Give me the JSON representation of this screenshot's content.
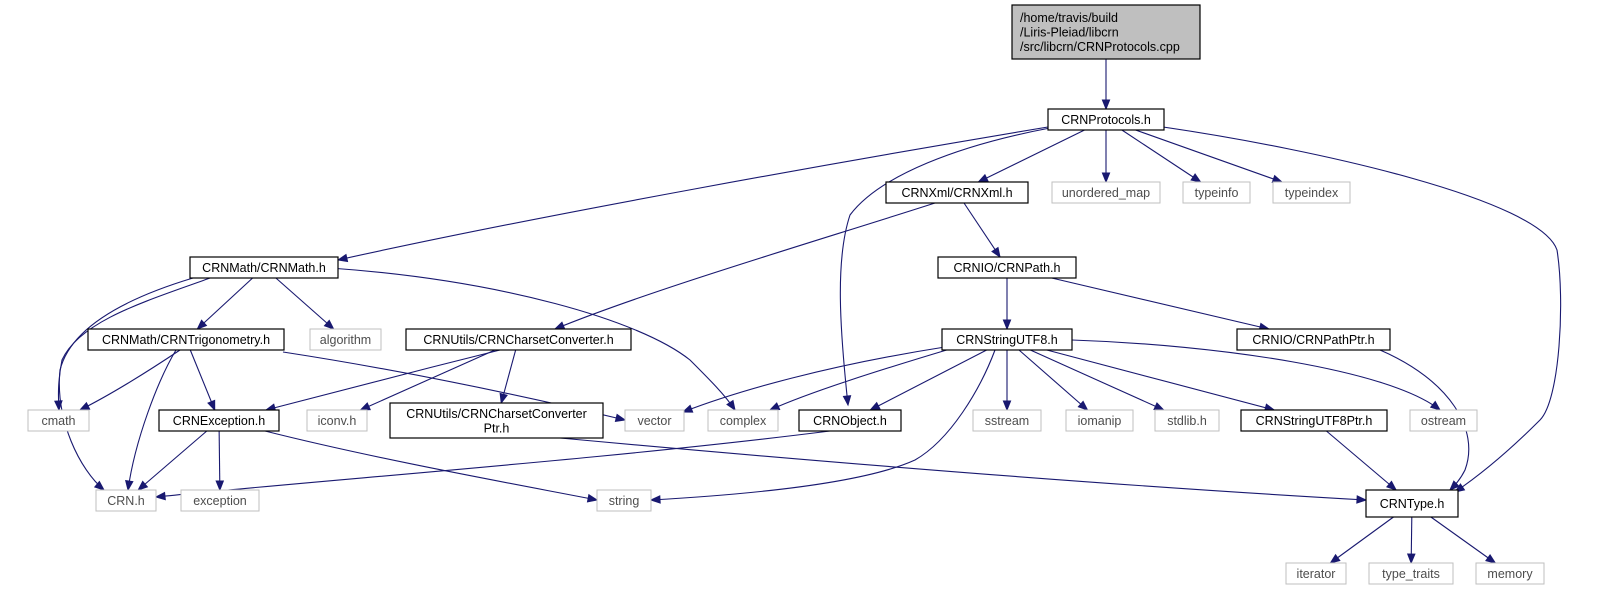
{
  "colors": {
    "edge": "#191970",
    "root_fill": "#bfbfbf",
    "internal_border": "#000000",
    "external_border": "#bfbfbf"
  },
  "nodes": [
    {
      "id": "root",
      "kind": "root",
      "lines": [
        "/home/travis/build",
        "/Liris-Pleiad/libcrn",
        "/src/libcrn/CRNProtocols.cpp"
      ]
    },
    {
      "id": "protocols",
      "kind": "internal",
      "lines": [
        "CRNProtocols.h"
      ]
    },
    {
      "id": "xml",
      "kind": "internal",
      "lines": [
        "CRNXml/CRNXml.h"
      ]
    },
    {
      "id": "unordered_map",
      "kind": "external",
      "lines": [
        "unordered_map"
      ]
    },
    {
      "id": "typeinfo",
      "kind": "external",
      "lines": [
        "typeinfo"
      ]
    },
    {
      "id": "typeindex",
      "kind": "external",
      "lines": [
        "typeindex"
      ]
    },
    {
      "id": "math",
      "kind": "internal",
      "lines": [
        "CRNMath/CRNMath.h"
      ]
    },
    {
      "id": "path",
      "kind": "internal",
      "lines": [
        "CRNIO/CRNPath.h"
      ]
    },
    {
      "id": "trig",
      "kind": "internal",
      "lines": [
        "CRNMath/CRNTrigonometry.h"
      ]
    },
    {
      "id": "algorithm",
      "kind": "external",
      "lines": [
        "algorithm"
      ]
    },
    {
      "id": "charset",
      "kind": "internal",
      "lines": [
        "CRNUtils/CRNCharsetConverter.h"
      ]
    },
    {
      "id": "utf8",
      "kind": "internal",
      "lines": [
        "CRNStringUTF8.h"
      ]
    },
    {
      "id": "pathptr",
      "kind": "internal",
      "lines": [
        "CRNIO/CRNPathPtr.h"
      ]
    },
    {
      "id": "cmath",
      "kind": "external",
      "lines": [
        "cmath"
      ]
    },
    {
      "id": "exception_h",
      "kind": "internal",
      "lines": [
        "CRNException.h"
      ]
    },
    {
      "id": "iconv",
      "kind": "external",
      "lines": [
        "iconv.h"
      ]
    },
    {
      "id": "charsetptr",
      "kind": "internal",
      "lines": [
        "CRNUtils/CRNCharsetConverter",
        "Ptr.h"
      ]
    },
    {
      "id": "vector",
      "kind": "external",
      "lines": [
        "vector"
      ]
    },
    {
      "id": "complex",
      "kind": "external",
      "lines": [
        "complex"
      ]
    },
    {
      "id": "object",
      "kind": "internal",
      "lines": [
        "CRNObject.h"
      ]
    },
    {
      "id": "sstream",
      "kind": "external",
      "lines": [
        "sstream"
      ]
    },
    {
      "id": "iomanip",
      "kind": "external",
      "lines": [
        "iomanip"
      ]
    },
    {
      "id": "stdlib",
      "kind": "external",
      "lines": [
        "stdlib.h"
      ]
    },
    {
      "id": "utf8ptr",
      "kind": "internal",
      "lines": [
        "CRNStringUTF8Ptr.h"
      ]
    },
    {
      "id": "ostream",
      "kind": "external",
      "lines": [
        "ostream"
      ]
    },
    {
      "id": "crn",
      "kind": "external",
      "lines": [
        "CRN.h"
      ]
    },
    {
      "id": "exception",
      "kind": "external",
      "lines": [
        "exception"
      ]
    },
    {
      "id": "string",
      "kind": "external",
      "lines": [
        "string"
      ]
    },
    {
      "id": "type",
      "kind": "internal",
      "lines": [
        "CRNType.h"
      ]
    },
    {
      "id": "iterator",
      "kind": "external",
      "lines": [
        "iterator"
      ]
    },
    {
      "id": "type_traits",
      "kind": "external",
      "lines": [
        "type_traits"
      ]
    },
    {
      "id": "memory",
      "kind": "external",
      "lines": [
        "memory"
      ]
    }
  ],
  "edges": [
    {
      "from": "root",
      "to": "protocols"
    },
    {
      "from": "protocols",
      "to": "math"
    },
    {
      "from": "protocols",
      "to": "object"
    },
    {
      "from": "protocols",
      "to": "xml"
    },
    {
      "from": "protocols",
      "to": "unordered_map"
    },
    {
      "from": "protocols",
      "to": "typeinfo"
    },
    {
      "from": "protocols",
      "to": "typeindex"
    },
    {
      "from": "protocols",
      "to": "type"
    },
    {
      "from": "xml",
      "to": "charset"
    },
    {
      "from": "xml",
      "to": "path"
    },
    {
      "from": "math",
      "to": "crn"
    },
    {
      "from": "math",
      "to": "cmath"
    },
    {
      "from": "math",
      "to": "trig"
    },
    {
      "from": "math",
      "to": "algorithm"
    },
    {
      "from": "math",
      "to": "complex"
    },
    {
      "from": "trig",
      "to": "cmath"
    },
    {
      "from": "trig",
      "to": "crn"
    },
    {
      "from": "trig",
      "to": "exception_h"
    },
    {
      "from": "trig",
      "to": "vector"
    },
    {
      "from": "charset",
      "to": "exception_h"
    },
    {
      "from": "charset",
      "to": "iconv"
    },
    {
      "from": "charset",
      "to": "charsetptr"
    },
    {
      "from": "path",
      "to": "utf8"
    },
    {
      "from": "path",
      "to": "pathptr"
    },
    {
      "from": "utf8",
      "to": "vector"
    },
    {
      "from": "utf8",
      "to": "complex"
    },
    {
      "from": "utf8",
      "to": "object"
    },
    {
      "from": "utf8",
      "to": "string"
    },
    {
      "from": "utf8",
      "to": "sstream"
    },
    {
      "from": "utf8",
      "to": "iomanip"
    },
    {
      "from": "utf8",
      "to": "stdlib"
    },
    {
      "from": "utf8",
      "to": "utf8ptr"
    },
    {
      "from": "utf8",
      "to": "ostream"
    },
    {
      "from": "pathptr",
      "to": "type"
    },
    {
      "from": "exception_h",
      "to": "crn"
    },
    {
      "from": "exception_h",
      "to": "exception"
    },
    {
      "from": "exception_h",
      "to": "string"
    },
    {
      "from": "charsetptr",
      "to": "type"
    },
    {
      "from": "object",
      "to": "crn"
    },
    {
      "from": "utf8ptr",
      "to": "type"
    },
    {
      "from": "type",
      "to": "iterator"
    },
    {
      "from": "type",
      "to": "type_traits"
    },
    {
      "from": "type",
      "to": "memory"
    }
  ]
}
